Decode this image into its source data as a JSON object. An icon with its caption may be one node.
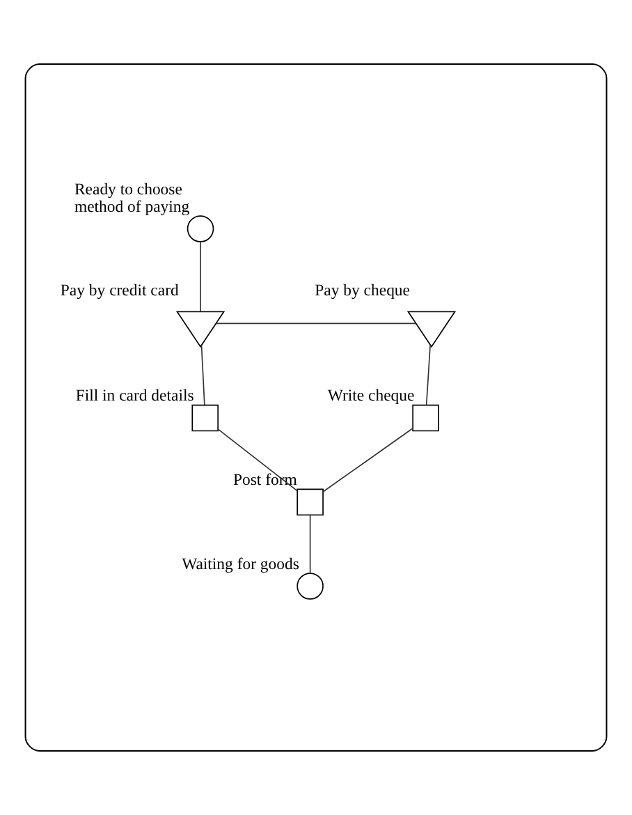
{
  "diagram": {
    "nodes": [
      {
        "text": [],
        "shape": "box"
      },
      {
        "text": [
          "Ready to choose method of paying"
        ],
        "in": 0
      },
      {
        "text": [
          "Pay by cheque"
        ],
        "in": 0
      },
      {
        "text": [
          "Pay by credit card"
        ],
        "in": 0
      },
      {
        "text": [
          "Write cheque"
        ],
        "in": 0
      },
      {
        "text": [
          "Fill in card details"
        ],
        "in": 0
      },
      {
        "text": [
          "Post form"
        ],
        "in": 0
      },
      {
        "text": [
          "Waiting for goods"
        ],
        "in": 0
      }
    ],
    "edges": [
      {
        "from": 1,
        "to": 3,
        "arrow": "none"
      },
      {
        "from": 3,
        "to": 2,
        "arrow": "none"
      },
      {
        "from": 2,
        "to": 4,
        "arrow": "none"
      },
      {
        "from": 3,
        "to": 5,
        "arrow": "none"
      },
      {
        "from": 4,
        "to": 6,
        "arrow": "none"
      },
      {
        "from": 5,
        "to": 6,
        "arrow": "none"
      },
      {
        "from": 6,
        "to": 7,
        "arrow": "none"
      }
    ]
  }
}
